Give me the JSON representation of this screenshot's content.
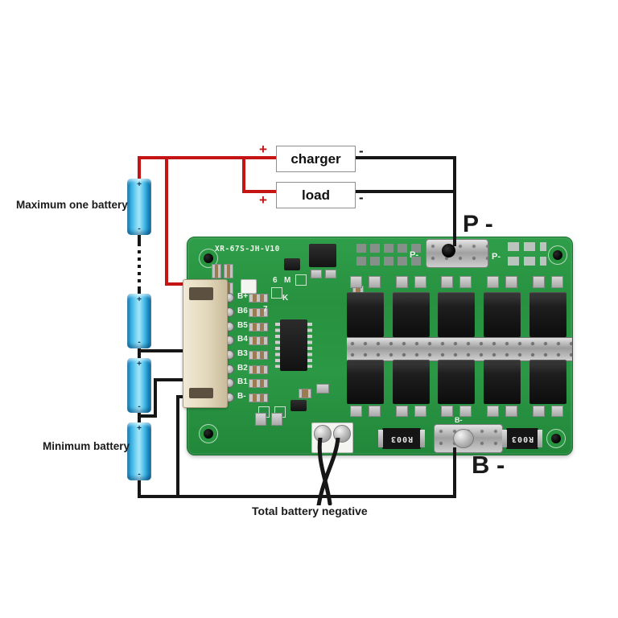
{
  "annotations": {
    "max_battery_label": "Maximum one battery",
    "min_battery_label": "Minimum battery",
    "total_negative_label": "Total battery negative",
    "p_minus_label": "P -",
    "b_minus_label": "B -"
  },
  "charger_box": {
    "label": "charger",
    "plus": "+",
    "minus": "-"
  },
  "load_box": {
    "label": "load",
    "plus": "+",
    "minus": "-"
  },
  "battery": {
    "plus": "+",
    "minus": "-"
  },
  "board": {
    "model_silkscreen": "XR-67S-JH-V10",
    "p_minus_silk_1": "P-",
    "p_minus_silk_2": "P-",
    "b_minus_silk": "B-",
    "connector_pins": [
      "B+",
      "B6",
      "B5",
      "B4",
      "B3",
      "B2",
      "B1",
      "B-"
    ],
    "shunt_label_1": "R003",
    "shunt_label_2": "R003",
    "silk_marks": {
      "m1": "6",
      "m2": "M",
      "m3": "K",
      "m4": "7"
    }
  },
  "colors": {
    "wire_positive": "#c41414",
    "wire_negative": "#161616",
    "pcb_green": "#2a9143",
    "battery_blue": "#36b3e6"
  }
}
